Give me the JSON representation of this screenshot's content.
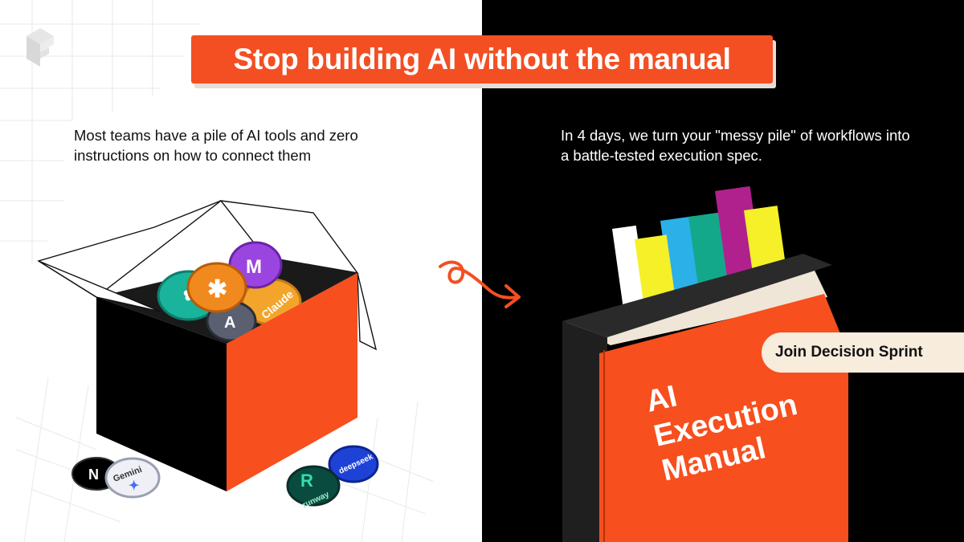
{
  "header": {
    "title": "Stop building AI without the manual"
  },
  "left": {
    "caption": "Most teams have a pile of AI tools and zero instructions on how to connect them",
    "coins": {
      "claude": "Claude",
      "gemini": "Gemini",
      "deepseek": "deepseek",
      "runway": "runway"
    }
  },
  "right": {
    "caption": "In 4 days, we turn your \"messy pile\" of workflows into a battle-tested execution spec.",
    "cta_label": "Join Decision Sprint",
    "manual_title": {
      "line1": "AI",
      "line2": "Execution",
      "line3": "Manual"
    }
  },
  "colors": {
    "accent": "#f34f23",
    "cta_background": "#f8ecdd",
    "right_background": "#000000",
    "left_background": "#ffffff"
  },
  "icons": [
    "brand-logo-icon",
    "curly-arrow-icon",
    "open-box-icon",
    "book-icon"
  ]
}
